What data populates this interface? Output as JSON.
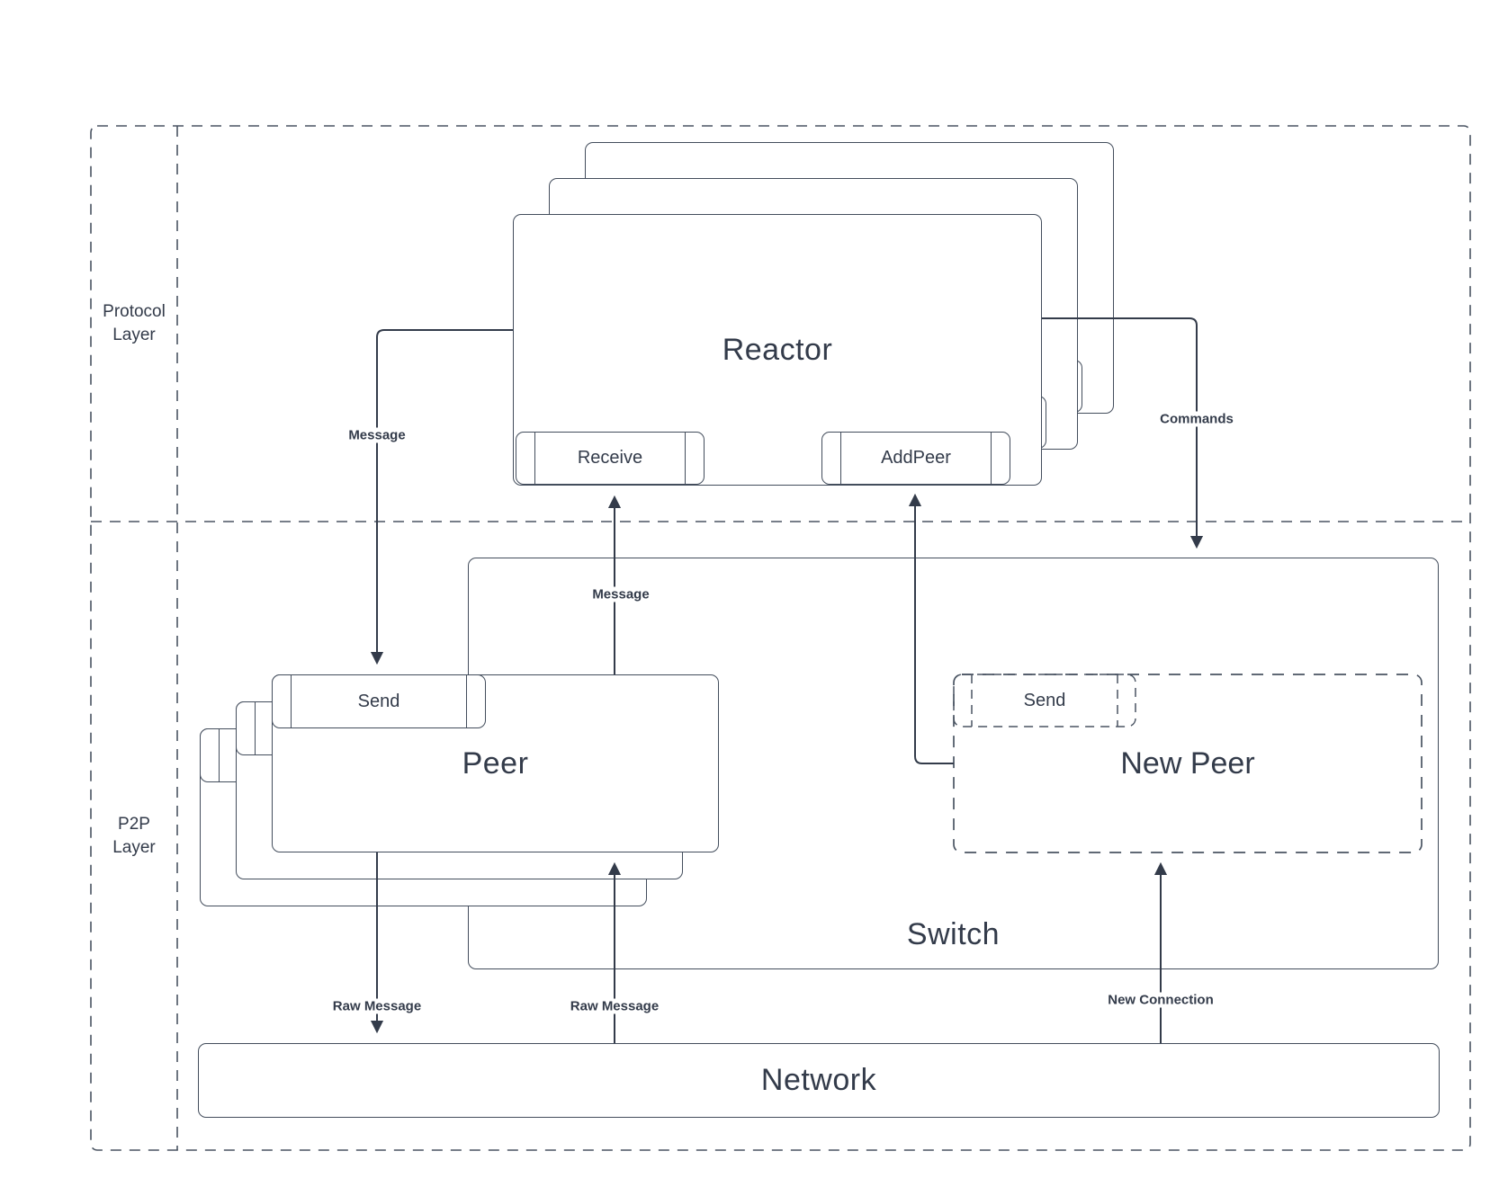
{
  "diagram": {
    "layers": {
      "protocol": {
        "label": "Protocol Layer"
      },
      "p2p": {
        "label": "P2P Layer"
      }
    },
    "nodes": {
      "reactor": {
        "title": "Reactor",
        "stack_count": 3,
        "ports": {
          "receive": "Receive",
          "add_peer": "AddPeer"
        }
      },
      "peer": {
        "title": "Peer",
        "stack_count": 3,
        "ports": {
          "send": "Send"
        }
      },
      "new_peer": {
        "title": "New Peer",
        "style": "dashed",
        "ports": {
          "send": "Send"
        }
      },
      "switch": {
        "title": "Switch"
      },
      "network": {
        "title": "Network"
      }
    },
    "edges": {
      "message_to_peer": {
        "label": "Message",
        "from": "reactor",
        "to": "peer.send"
      },
      "message_to_reactor": {
        "label": "Message",
        "from": "peer",
        "to": "reactor.receive"
      },
      "commands": {
        "label": "Commands",
        "from": "reactor",
        "to": "switch"
      },
      "add_peer_link": {
        "label": "",
        "from": "new_peer",
        "to": "reactor.add_peer"
      },
      "raw_message_out": {
        "label": "Raw Message",
        "from": "peer",
        "to": "network"
      },
      "raw_message_in": {
        "label": "Raw Message",
        "from": "network",
        "to": "peer"
      },
      "new_connection": {
        "label": "New Connection",
        "from": "network",
        "to": "new_peer"
      }
    },
    "colors": {
      "stroke": "#434d5c",
      "text": "#333b4a",
      "background": "#ffffff"
    }
  }
}
